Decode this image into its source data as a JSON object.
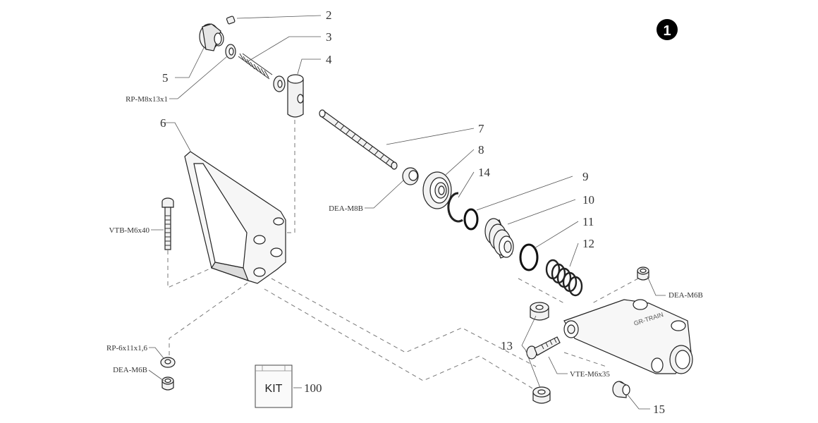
{
  "sheet_badge": "1",
  "kit": {
    "box_text": "KIT",
    "number": "100"
  },
  "labels": {
    "n2": "2",
    "n3": "3",
    "n4": "4",
    "n5": "5",
    "n6": "6",
    "n7": "7",
    "n8": "8",
    "n9": "9",
    "n10": "10",
    "n11": "11",
    "n12": "12",
    "n13": "13",
    "n14": "14",
    "n15": "15",
    "rp_m8": "RP-M8x13x1",
    "vtb": "VTB-M6x40",
    "dea_m8b": "DEA-M8B",
    "dea_m6b_right": "DEA-M6B",
    "rp_6x11": "RP-6x11x1,6",
    "dea_m6b_left": "DEA-M6B",
    "vte": "VTE-M6x35"
  },
  "body_marking": "GR-TRAIN"
}
